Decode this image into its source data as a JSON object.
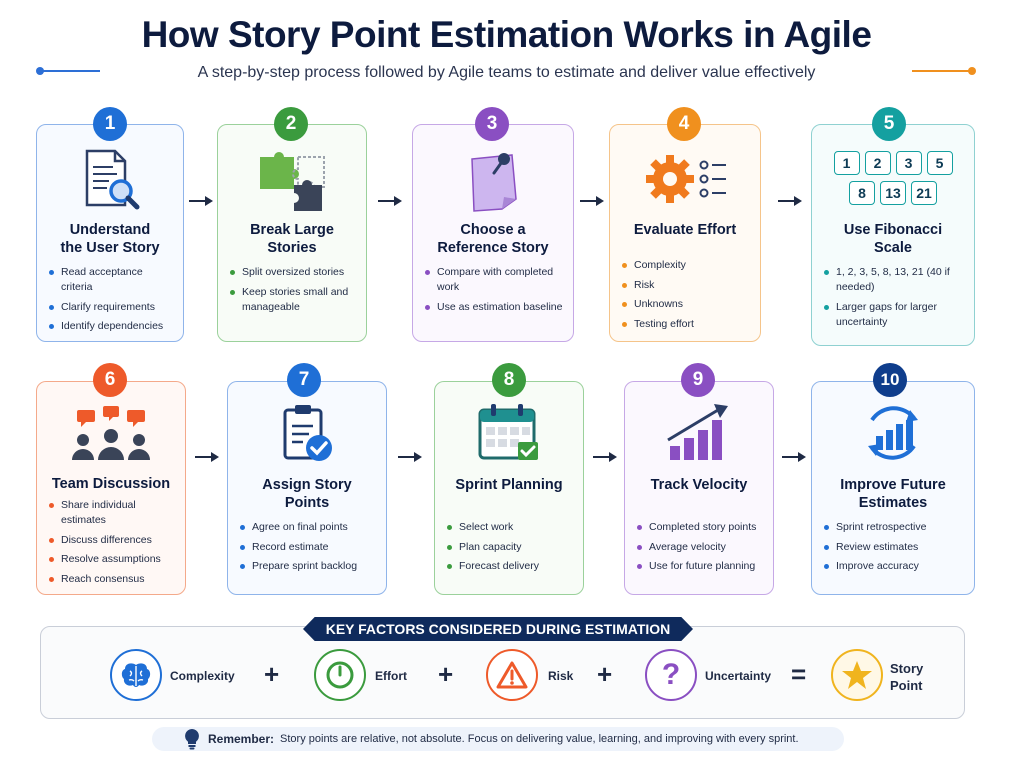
{
  "title": "How Story Point Estimation Works in Agile",
  "subtitle": "A step-by-step process followed by Agile teams to estimate and deliver value effectively",
  "steps": [
    {
      "number": "1",
      "title_line1": "Understand",
      "title_line2": "the User Story",
      "color": "#1f6fd6",
      "bullets": [
        "Read acceptance criteria",
        "Clarify requirements",
        "Identify dependencies"
      ]
    },
    {
      "number": "2",
      "title_line1": "Break Large",
      "title_line2": "Stories",
      "color": "#3b9b3e",
      "bullets": [
        "Split oversized stories",
        "Keep stories small and manageable"
      ]
    },
    {
      "number": "3",
      "title_line1": "Choose a",
      "title_line2": "Reference Story",
      "color": "#8a4fc2",
      "bullets": [
        "Compare with completed work",
        "Use as estimation baseline"
      ]
    },
    {
      "number": "4",
      "title_line1": "Evaluate Effort",
      "title_line2": "",
      "color": "#f0901e",
      "bullets": [
        "Complexity",
        "Risk",
        "Unknowns",
        "Testing effort"
      ]
    },
    {
      "number": "5",
      "title_line1": "Use Fibonacci",
      "title_line2": "Scale",
      "color": "#14a0a0",
      "bullets": [
        "1, 2, 3, 5, 8, 13, 21 (40 if needed)",
        "Larger gaps for larger uncertainty"
      ],
      "fibonacci_row1": [
        "1",
        "2",
        "3",
        "5"
      ],
      "fibonacci_row2": [
        "8",
        "13",
        "21"
      ]
    },
    {
      "number": "6",
      "title_line1": "Team Discussion",
      "title_line2": "",
      "color": "#ee5a2a",
      "bullets": [
        "Share individual estimates",
        "Discuss differences",
        "Resolve assumptions",
        "Reach consensus"
      ]
    },
    {
      "number": "7",
      "title_line1": "Assign Story",
      "title_line2": "Points",
      "color": "#1f6fd6",
      "bullets": [
        "Agree on final points",
        "Record estimate",
        "Prepare sprint backlog"
      ]
    },
    {
      "number": "8",
      "title_line1": "Sprint Planning",
      "title_line2": "",
      "color": "#3b9b3e",
      "bullets": [
        "Select work",
        "Plan capacity",
        "Forecast delivery"
      ]
    },
    {
      "number": "9",
      "title_line1": "Track Velocity",
      "title_line2": "",
      "color": "#8a4fc2",
      "bullets": [
        "Completed story points",
        "Average velocity",
        "Use for future planning"
      ]
    },
    {
      "number": "10",
      "title_line1": "Improve Future",
      "title_line2": "Estimates",
      "color": "#0f3d8c",
      "bullets": [
        "Sprint retrospective",
        "Review estimates",
        "Improve accuracy"
      ]
    }
  ],
  "factors": {
    "banner": "KEY FACTORS CONSIDERED DURING ESTIMATION",
    "items": [
      {
        "label": "Complexity",
        "color": "#1f6fd6",
        "icon": "brain-icon"
      },
      {
        "label": "Effort",
        "color": "#3b9b3e",
        "icon": "clock-icon"
      },
      {
        "label": "Risk",
        "color": "#ee5a2a",
        "icon": "warning-icon"
      },
      {
        "label": "Uncertainty",
        "color": "#8a4fc2",
        "icon": "question-icon"
      }
    ],
    "operators": [
      "+",
      "+",
      "+",
      "="
    ],
    "result_line1": "Story",
    "result_line2": "Point",
    "result_color": "#f0b41e"
  },
  "remember": {
    "label": "Remember:",
    "text": "Story points are relative, not absolute. Focus on delivering value, learning, and improving with every sprint."
  }
}
